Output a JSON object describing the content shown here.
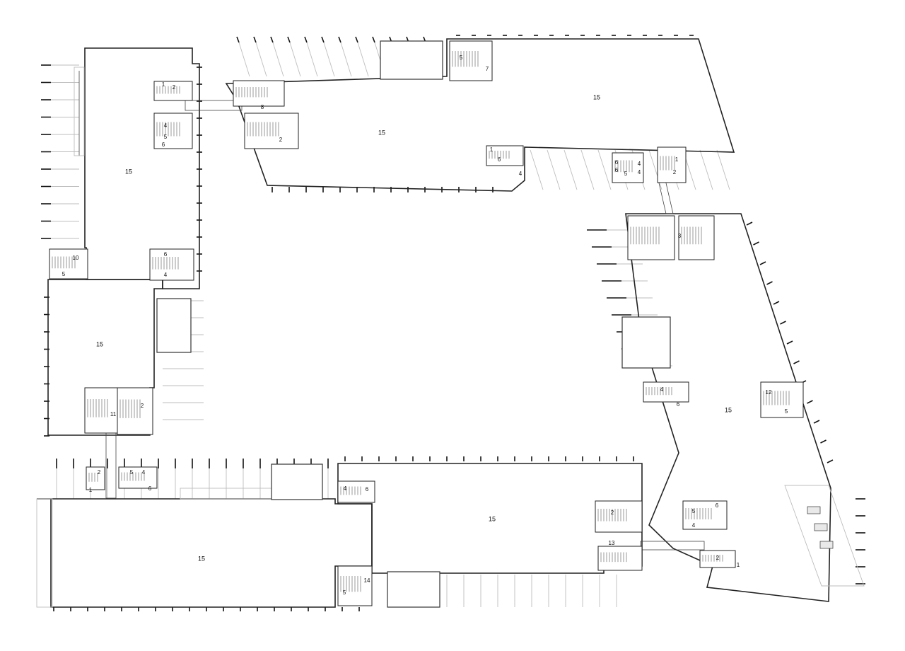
{
  "zones": [
    {
      "key": "w1",
      "label": "15"
    },
    {
      "key": "w2",
      "label": "15"
    },
    {
      "key": "w3",
      "label": "15"
    },
    {
      "key": "w4",
      "label": "15"
    },
    {
      "key": "w5",
      "label": "15"
    },
    {
      "key": "w6",
      "label": "15"
    },
    {
      "key": "w7",
      "label": "15"
    }
  ],
  "room_labels": [
    "1",
    "2",
    "4",
    "5",
    "6",
    "8",
    "2",
    "6",
    "4",
    "1",
    "5",
    "7",
    "6",
    "4",
    "6",
    "5",
    "4",
    "1",
    "2",
    "3",
    "10",
    "5",
    "6",
    "4",
    "11",
    "2",
    "4",
    "6",
    "12",
    "5",
    "2",
    "1",
    "5",
    "4",
    "6",
    "4",
    "6",
    "2",
    "13",
    "5",
    "6",
    "4",
    "2",
    "1",
    "14",
    "5"
  ]
}
